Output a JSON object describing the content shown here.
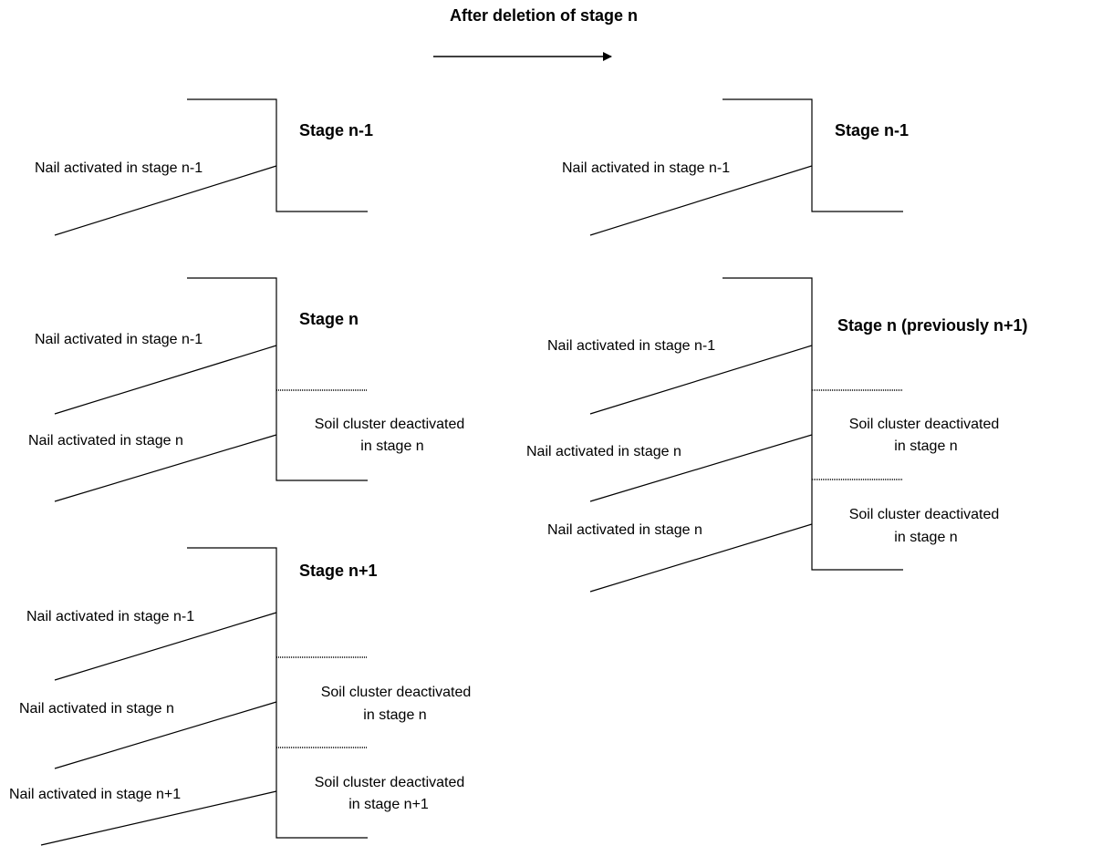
{
  "header": {
    "title": "After deletion of stage n"
  },
  "left_column": {
    "stage_n_minus_1": {
      "title": "Stage n-1",
      "nail_1": "Nail activated in stage n-1"
    },
    "stage_n": {
      "title": "Stage n",
      "nail_1": "Nail activated in stage n-1",
      "nail_2": "Nail activated in stage n",
      "cluster_1_line1": "Soil cluster deactivated",
      "cluster_1_line2": "in stage n"
    },
    "stage_n_plus_1": {
      "title": "Stage n+1",
      "nail_1": "Nail activated in stage n-1",
      "nail_2": "Nail activated in stage n",
      "nail_3": "Nail activated in stage n+1",
      "cluster_1_line1": "Soil cluster deactivated",
      "cluster_1_line2": "in stage n",
      "cluster_2_line1": "Soil cluster deactivated",
      "cluster_2_line2": "in stage n+1"
    }
  },
  "right_column": {
    "stage_n_minus_1": {
      "title": "Stage n-1",
      "nail_1": "Nail activated in stage n-1"
    },
    "stage_n_previously": {
      "title": "Stage n (previously n+1)",
      "nail_1": "Nail activated in stage n-1",
      "nail_2": "Nail activated in stage n",
      "nail_3": "Nail activated in stage n",
      "cluster_1_line1": "Soil cluster deactivated",
      "cluster_1_line2": "in stage n",
      "cluster_2_line1": "Soil cluster deactivated",
      "cluster_2_line2": "in stage n"
    }
  }
}
